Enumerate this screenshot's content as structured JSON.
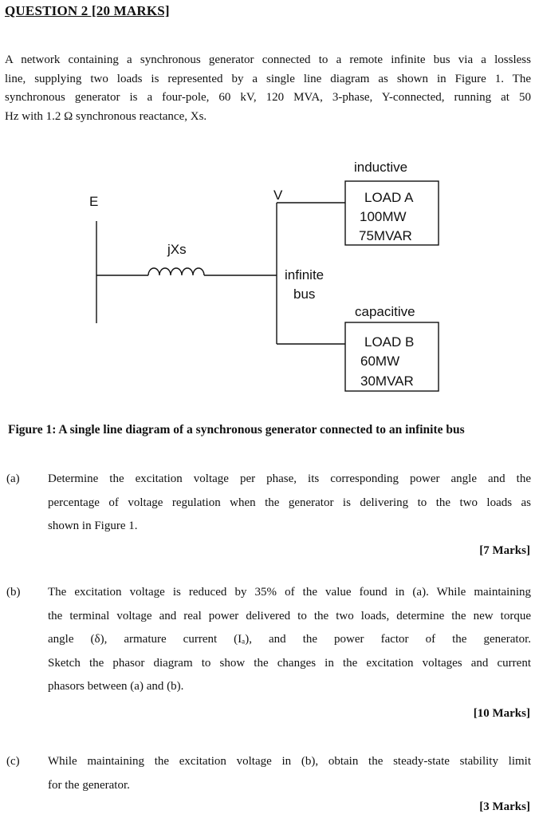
{
  "heading": "QUESTION 2 [20 MARKS]",
  "intro_lines": [
    "A network containing a synchronous generator connected to a remote infinite bus via a lossless",
    "line, supplying two loads is represented by a single line diagram as shown in Figure 1. The",
    "synchronous generator is a four-pole, 60 kV, 120 MVA, 3-phase, Y-connected, running at 50",
    "Hz with 1.2 Ω synchronous reactance, Xs."
  ],
  "diagram": {
    "e_label": "E",
    "v_label": "V",
    "jxs_label": "jXs",
    "infinite_label": "infinite",
    "bus_label": "bus",
    "load_a": {
      "type": "inductive",
      "name": "LOAD A",
      "power": "100MW",
      "reactive": "75MVAR"
    },
    "load_b": {
      "type": "capacitive",
      "name": "LOAD B",
      "power": "60MW",
      "reactive": "30MVAR"
    }
  },
  "caption": "Figure 1: A single line diagram of a synchronous generator connected to an infinite bus",
  "questions": [
    {
      "label": "(a)",
      "lines": [
        "Determine the excitation voltage per phase, its corresponding power angle and the",
        "percentage of voltage regulation when the generator is delivering to the two loads as",
        "shown in Figure 1."
      ],
      "marks": "[7 Marks]"
    },
    {
      "label": "(b)",
      "lines": [
        "The excitation voltage is reduced by 35% of the value found in (a). While maintaining",
        "the terminal voltage and real power delivered to the two loads, determine the new torque",
        "angle (δ), armature current (Iₐ), and the power factor of the generator.",
        "Sketch the phasor diagram to show the changes in the excitation voltages and current",
        "phasors between (a) and (b)."
      ],
      "marks": "[10 Marks]"
    },
    {
      "label": "(c)",
      "lines": [
        "While maintaining the excitation voltage in (b), obtain the steady-state stability limit",
        "for the generator."
      ],
      "marks": "[3 Marks]"
    }
  ]
}
